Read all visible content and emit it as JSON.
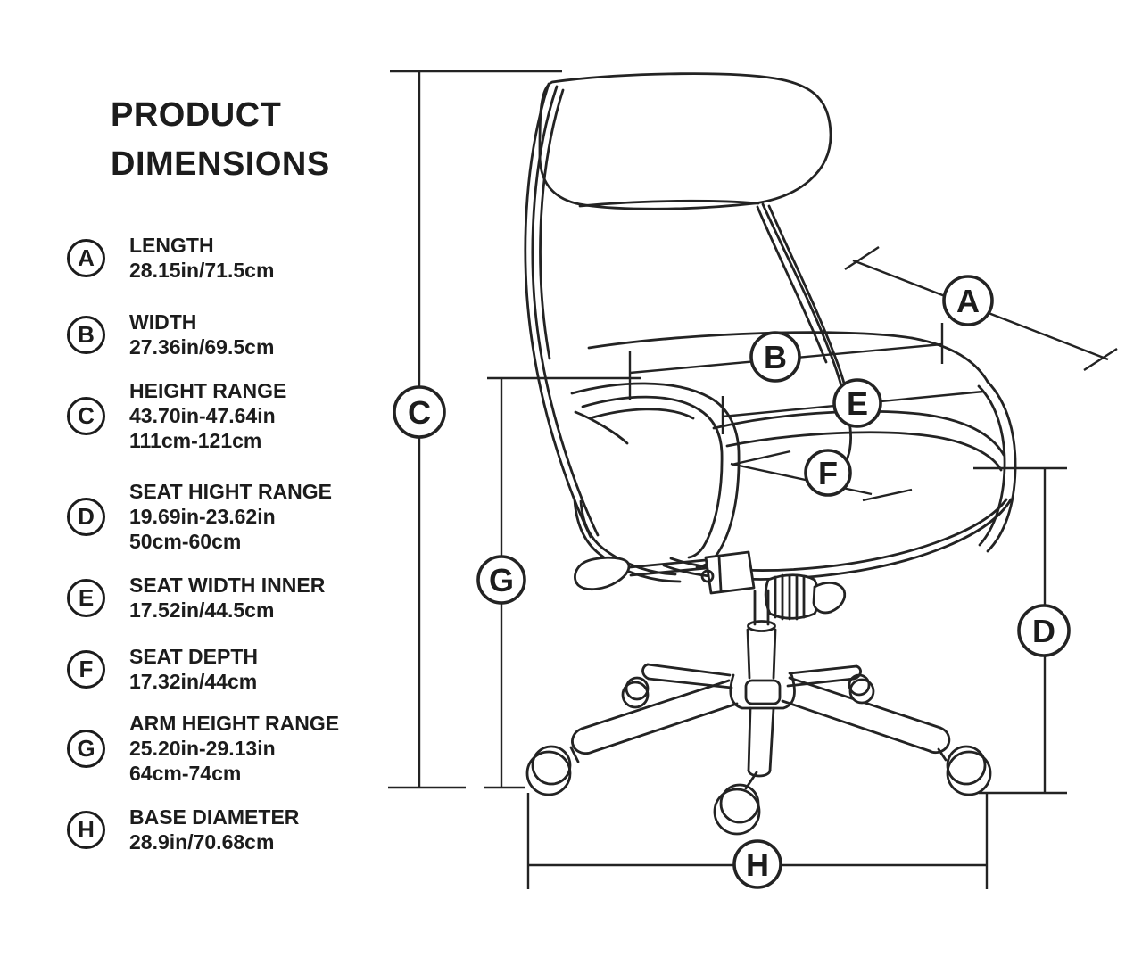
{
  "title": {
    "line1": "PRODUCT",
    "line2": "DIMENSIONS"
  },
  "legend": {
    "items": [
      {
        "letter": "A",
        "label": "LENGTH",
        "values": [
          "28.15in/71.5cm"
        ]
      },
      {
        "letter": "B",
        "label": "WIDTH",
        "values": [
          "27.36in/69.5cm"
        ]
      },
      {
        "letter": "C",
        "label": "HEIGHT RANGE",
        "values": [
          "43.70in-47.64in",
          "111cm-121cm"
        ]
      },
      {
        "letter": "D",
        "label": "SEAT HIGHT RANGE",
        "values": [
          "19.69in-23.62in",
          "50cm-60cm"
        ]
      },
      {
        "letter": "E",
        "label": "SEAT WIDTH INNER",
        "values": [
          "17.52in/44.5cm"
        ]
      },
      {
        "letter": "F",
        "label": "SEAT DEPTH",
        "values": [
          "17.32in/44cm"
        ]
      },
      {
        "letter": "G",
        "label": "ARM HEIGHT RANGE",
        "values": [
          "25.20in-29.13in",
          "64cm-74cm"
        ]
      },
      {
        "letter": "H",
        "label": "BASE DIAMETER",
        "values": [
          "28.9in/70.68cm"
        ]
      }
    ]
  },
  "diagram": {
    "markers": [
      {
        "letter": "A"
      },
      {
        "letter": "B"
      },
      {
        "letter": "C"
      },
      {
        "letter": "D"
      },
      {
        "letter": "E"
      },
      {
        "letter": "F"
      },
      {
        "letter": "G"
      },
      {
        "letter": "H"
      }
    ]
  },
  "colors": {
    "ink": "#232323",
    "background": "#ffffff"
  }
}
